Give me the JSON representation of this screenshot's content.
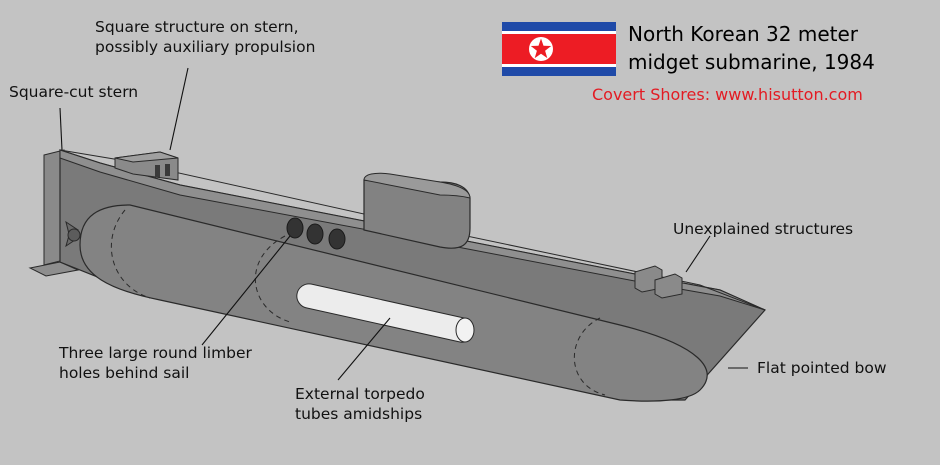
{
  "title": {
    "line1": "North Korean 32 meter",
    "line2": "midget submarine, 1984"
  },
  "credit": "Covert Shores: www.hisutton.com",
  "flag": {
    "name": "north-korea-flag",
    "colors": {
      "blue": "#1f4aa8",
      "white": "#ffffff",
      "red": "#ed1c24",
      "star": "#ed1c24"
    }
  },
  "labels": {
    "stern_structure": [
      "Square structure on stern,",
      "possibly auxiliary propulsion"
    ],
    "square_cut_stern": [
      "Square-cut stern"
    ],
    "unexplained": [
      "Unexplained structures"
    ],
    "limber_holes": [
      "Three large round limber",
      "holes behind sail"
    ],
    "torpedo_tubes": [
      "External torpedo",
      "tubes amidships"
    ],
    "bow": [
      "Flat pointed bow"
    ]
  },
  "colors": {
    "background": "#c3c3c3",
    "hull": "#7a7a7a",
    "deck": "#8c8c8c",
    "tube": "#828282",
    "outline": "#2a2a2a",
    "torpedo": "#ececec"
  }
}
